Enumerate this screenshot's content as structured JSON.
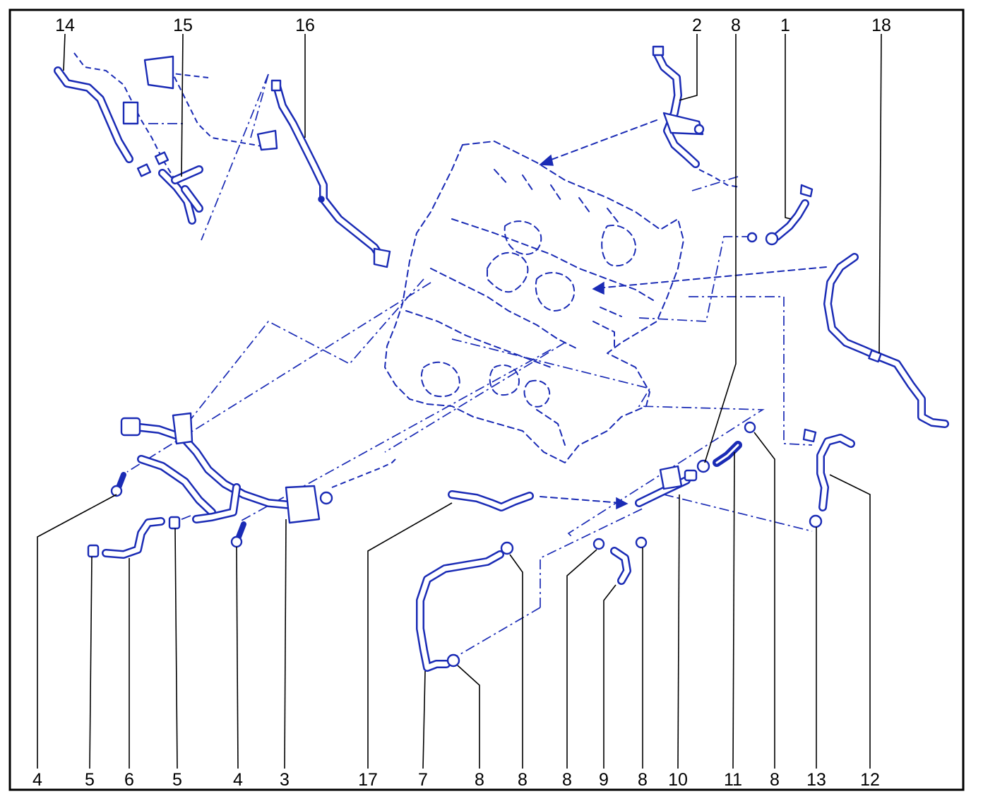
{
  "diagram": {
    "accent_color": "#1a2bb5",
    "callouts_top": [
      "14",
      "15",
      "16",
      "2",
      "8",
      "1",
      "18"
    ],
    "callouts_bottom": [
      "4",
      "5",
      "6",
      "5",
      "4",
      "3",
      "17",
      "7",
      "8",
      "8",
      "8",
      "9",
      "8",
      "10",
      "11",
      "8",
      "13",
      "12"
    ]
  }
}
